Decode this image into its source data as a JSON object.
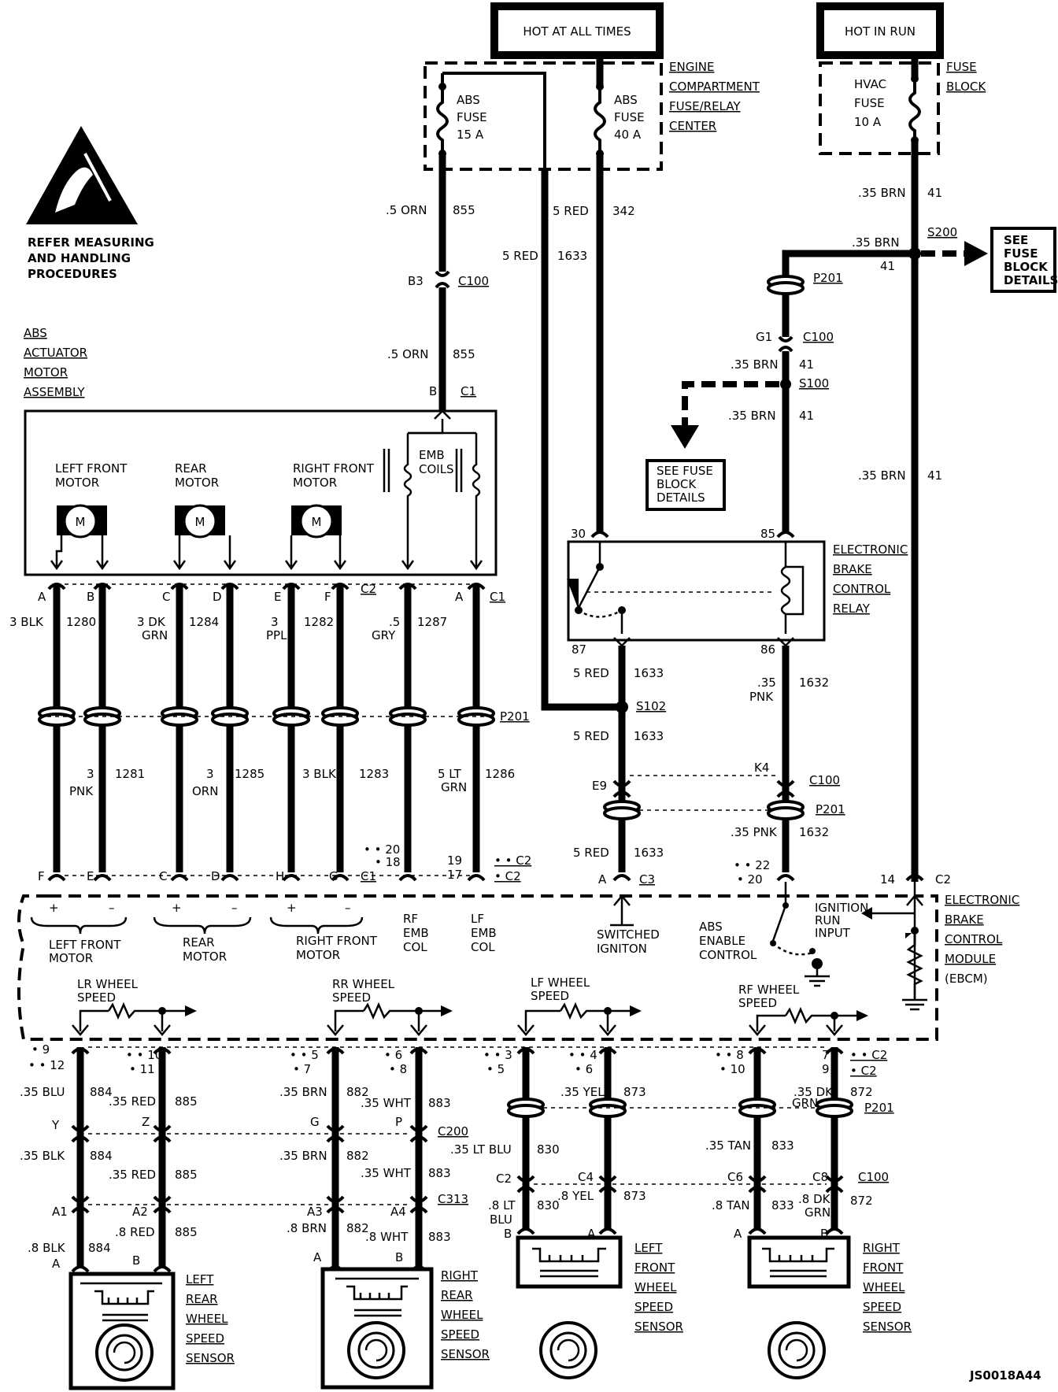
{
  "power": {
    "hot_at_all_times": "HOT AT ALL TIMES",
    "hot_in_run": "HOT IN RUN"
  },
  "esd_note": [
    "REFER MEASURING",
    "AND HANDLING",
    "PROCEDURES"
  ],
  "engine_center": {
    "label": [
      "ENGINE",
      "COMPARTMENT",
      "FUSE/RELAY",
      "CENTER"
    ],
    "fuse1": [
      "ABS",
      "FUSE",
      "15 A"
    ],
    "fuse2": [
      "ABS",
      "FUSE",
      "40 A"
    ]
  },
  "fuse_block": {
    "label": [
      "FUSE",
      "BLOCK"
    ],
    "fuse": [
      "HVAC",
      "FUSE",
      "10 A"
    ]
  },
  "see_fuse_block": [
    "SEE",
    "FUSE",
    "BLOCK",
    "DETAILS"
  ],
  "see_fuse_block2": [
    "SEE FUSE",
    "BLOCK",
    "DETAILS"
  ],
  "actuator": {
    "label": [
      "ABS",
      "ACTUATOR",
      "MOTOR",
      "ASSEMBLY"
    ],
    "left_front_motor": [
      "LEFT FRONT",
      "MOTOR"
    ],
    "rear_motor": [
      "REAR",
      "MOTOR"
    ],
    "right_front_motor": [
      "RIGHT FRONT",
      "MOTOR"
    ],
    "emb_coils": [
      "EMB",
      "COILS"
    ],
    "motor_symbol": "M"
  },
  "relay": {
    "label": [
      "ELECTRONIC",
      "BRAKE",
      "CONTROL",
      "RELAY"
    ]
  },
  "ebcm": {
    "label": [
      "ELECTRONIC",
      "BRAKE",
      "CONTROL",
      "MODULE",
      "(EBCM)"
    ],
    "ignition_run_input": [
      "IGNITION",
      "RUN",
      "INPUT"
    ],
    "abs_enable_control": [
      "ABS",
      "ENABLE",
      "CONTROL"
    ],
    "switched_ignition": [
      "SWITCHED",
      "IGNITON"
    ],
    "lf_motor": [
      "LEFT FRONT",
      "MOTOR"
    ],
    "rear_motor": [
      "REAR",
      "MOTOR"
    ],
    "rf_motor": [
      "RIGHT FRONT",
      "MOTOR"
    ],
    "rf_emb": [
      "RF",
      "EMB",
      "COL"
    ],
    "lf_emb": [
      "LF",
      "EMB",
      "COL"
    ],
    "lr_wheel": [
      "LR WHEEL",
      "SPEED"
    ],
    "rr_wheel": [
      "RR WHEEL",
      "SPEED"
    ],
    "lf_wheel": [
      "LF WHEEL",
      "SPEED"
    ],
    "rf_wheel": [
      "RF WHEEL",
      "SPEED"
    ],
    "plus": "+",
    "minus": "–"
  },
  "sensors": {
    "lr": [
      "LEFT",
      "REAR",
      "WHEEL",
      "SPEED",
      "SENSOR"
    ],
    "rr": [
      "RIGHT",
      "REAR",
      "WHEEL",
      "SPEED",
      "SENSOR"
    ],
    "lf": [
      "LEFT",
      "FRONT",
      "WHEEL",
      "SPEED",
      "SENSOR"
    ],
    "rf": [
      "RIGHT",
      "FRONT",
      "WHEEL",
      "SPEED",
      "SENSOR"
    ]
  },
  "wires": {
    "w855a": ".5 ORN",
    "c855": "855",
    "w855b": ".5 ORN",
    "w342": "5 RED",
    "c342": "342",
    "w1633a": "5 RED",
    "c1633": "1633",
    "w41a": ".35 BRN",
    "c41": "41",
    "w41b": ".35 BRN",
    "w41c": ".35 BRN",
    "w41d": ".35 BRN",
    "w41e": ".35 BRN",
    "w1280": "3 BLK",
    "c1280": "1280",
    "w1284": [
      "3 DK",
      "GRN"
    ],
    "c1284": "1284",
    "w1282": [
      "3",
      "PPL"
    ],
    "c1282": "1282",
    "w1287": [
      ".5",
      "GRY"
    ],
    "c1287": "1287",
    "w1281": [
      "3",
      "PNK"
    ],
    "c1281": "1281",
    "w1285": [
      "3",
      "ORN"
    ],
    "c1285": "1285",
    "w1283": "3 BLK",
    "c1283": "1283",
    "w1286": [
      "5 LT",
      "GRN"
    ],
    "c1286": "1286",
    "w1632": [
      ".35",
      "PNK"
    ],
    "c1632": "1632",
    "w1632b": ".35 PNK",
    "w884": ".35 BLU",
    "c884": "884",
    "w884b": ".35 BLK",
    "w884c": ".8 BLK",
    "w885": ".35 RED",
    "c885": "885",
    "w885b": ".35 RED",
    "w885c": ".8 RED",
    "w882": ".35 BRN",
    "c882": "882",
    "w882b": ".35 BRN",
    "w882c": ".8 BRN",
    "w883": ".35 WHT",
    "c883": "883",
    "w883b": ".35 WHT",
    "w883c": ".8 WHT",
    "w830": ".35 LT BLU",
    "c830": "830",
    "w830b": [
      ".8 LT",
      "BLU"
    ],
    "w873": ".35 YEL",
    "c873": "873",
    "w873b": ".8 YEL",
    "w833": ".35 TAN",
    "c833": "833",
    "w833b": ".8 TAN",
    "w872": [
      ".35 DK",
      "GRN"
    ],
    "c872": "872",
    "w872b": [
      ".8 DK",
      "GRN"
    ]
  },
  "connectors": {
    "C100": "C100",
    "C1": "C1",
    "C2": "C2",
    "C3": "C3",
    "C200": "C200",
    "C313": "C313",
    "P201": "P201",
    "S100": "S100",
    "S102": "S102",
    "S200": "S200",
    "B3": "B3",
    "B": "B",
    "A": "A",
    "C": "C",
    "D": "D",
    "E": "E",
    "F": "F",
    "G": "G",
    "H": "H",
    "G1": "G1",
    "K4": "K4",
    "E9": "E9",
    "C2p": "C2",
    "C4": "C4",
    "C6": "C6",
    "C8": "C8",
    "Y": "Y",
    "Z": "Z",
    "P": "P",
    "A1": "A1",
    "A2": "A2",
    "A3": "A3",
    "A4": "A4",
    "p30": "30",
    "p85": "85",
    "p87": "87",
    "p86": "86",
    "p14": "14",
    "n20_18": [
      "• • 20",
      "• 18"
    ],
    "n19_17": [
      "19",
      "17"
    ],
    "n22_20": [
      "• • 22",
      "• 20"
    ],
    "nC2C2": [
      "• • C2",
      "• C2"
    ],
    "n9_12": [
      "• 9",
      "• • 12"
    ],
    "n10_11": [
      "• • 10",
      "• 11"
    ],
    "n5_7": [
      "• • 5",
      "• 7"
    ],
    "n6_8": [
      "• 6",
      "• 8"
    ],
    "n3_5": [
      "• • 3",
      "• 5"
    ],
    "n4_6": [
      "• • 4",
      "• 6"
    ],
    "n8_10": [
      "• • 8",
      "• 10"
    ],
    "n7_9": [
      "7",
      "9"
    ]
  },
  "figure_id": "JS0018A44"
}
